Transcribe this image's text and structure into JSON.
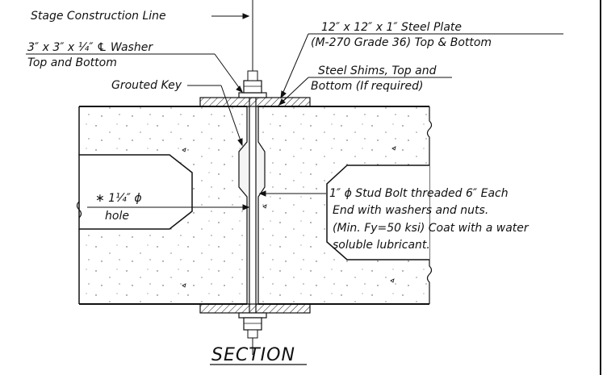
{
  "labels": {
    "stage_line": "Stage Construction Line",
    "steel_plate_1": "12″ x 12″ x 1″ Steel Plate",
    "steel_plate_2": "(M-270 Grade 36) Top & Bottom",
    "washer_1": "3″ x 3″ x ¼″ ℄ Washer",
    "washer_2": "Top and Bottom",
    "shims_1": "Steel Shims, Top and",
    "shims_2": "Bottom (If required)",
    "grouted_key": "Grouted Key",
    "hole_1": "∗ 1¼″ ϕ",
    "hole_2": "hole",
    "stud_1": "1″ ϕ Stud Bolt threaded 6″ Each",
    "stud_2": "End with washers and nuts.",
    "stud_3": "(Min. Fy=50 ksi) Coat with a water",
    "stud_4": "soluble lubricant."
  },
  "title": "SECTION",
  "colors": {
    "line": "#111111",
    "background": "#ffffff"
  }
}
